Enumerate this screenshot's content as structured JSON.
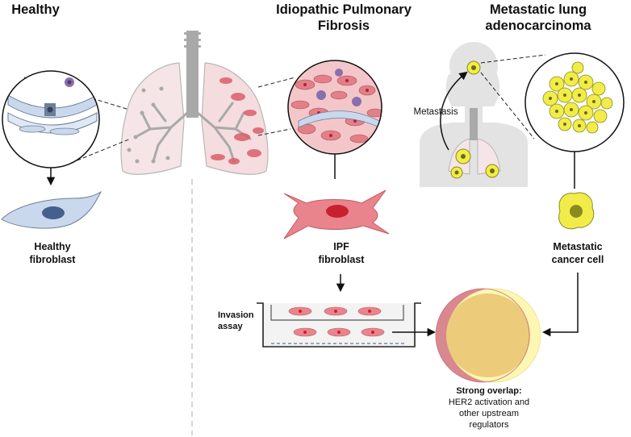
{
  "titles": {
    "healthy": "Healthy",
    "ipf_line1": "Idiopathic Pulmonary",
    "ipf_line2": "Fibrosis",
    "meta_line1": "Metastatic lung",
    "meta_line2": "adenocarcinoma"
  },
  "labels": {
    "healthy_fibroblast_1": "Healthy",
    "healthy_fibroblast_2": "fibroblast",
    "ipf_fibroblast_1": "IPF",
    "ipf_fibroblast_2": "fibroblast",
    "metastatic_cell_1": "Metastatic",
    "metastatic_cell_2": "cancer cell",
    "metastasis": "Metastasis",
    "invasion_1": "Invasion",
    "invasion_2": "assay",
    "overlap_title": "Strong overlap:",
    "overlap_line1": "HER2 activation and",
    "overlap_line2": "other upstream",
    "overlap_line3": "regulators"
  },
  "colors": {
    "ipf_red": "#d9606b",
    "ipf_light": "#f0b7ba",
    "cancer_yellow": "#f2ec4a",
    "healthy_blue": "#c9d8ec",
    "nucleus_blue": "#45608f",
    "lung_pink": "#f5e5e7",
    "venn_left": "#d9888f",
    "venn_right": "#fdf7b3",
    "venn_overlap": "#eccb7a",
    "gray": "#999999"
  }
}
